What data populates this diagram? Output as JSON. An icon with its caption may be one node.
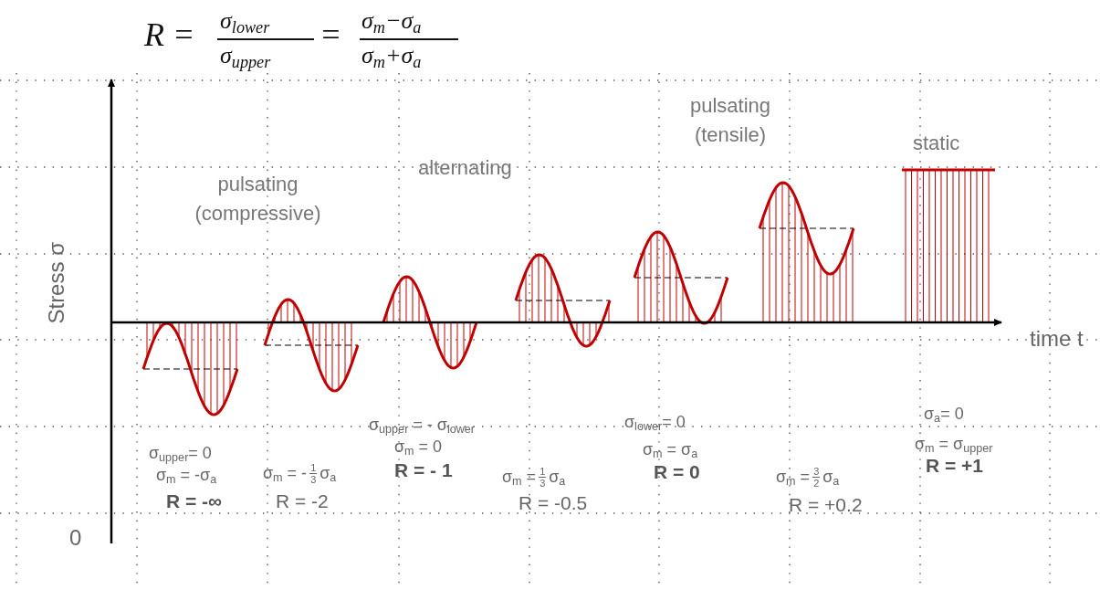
{
  "diagram": {
    "labels": [
      "R =",
      "σ$_{lower}$",
      "σ$_{upper}$",
      "=",
      "σ$_{m}$−σ$_{a}$",
      "σ$_{m}$+σ$_{a}$",
      "pulsating (tensile)",
      "static",
      "alternating",
      "pulsating (compressive)",
      "Stress σ",
      "time t",
      "σ$_{upper}$ = - σ$_{lower}$",
      "σ$_{lower}$= 0",
      "σ$_{a}$= 0",
      "σ$_{m}$ = 0",
      "σ$_{m}$ = σ$_{a}$",
      "σ$_{m}$ = σ$_{upper}$",
      "σ$_{upper}$= 0",
      "R = - 1",
      "R = 0",
      "R = +1",
      "σ$_{m}$ = -σ$_{a}$",
      "σ$_{m}$ = -",
      "1",
      "3",
      "σ$_{a}$",
      "σ$_{m}$ =",
      "1",
      "3",
      "σ$_{a}$",
      "σ$_{m}$ =",
      "3",
      "2",
      "σ$_{a}$",
      "R = -∞",
      "R = -2",
      "R = -0.5",
      "R = +0.2",
      "0"
    ]
  }
}
